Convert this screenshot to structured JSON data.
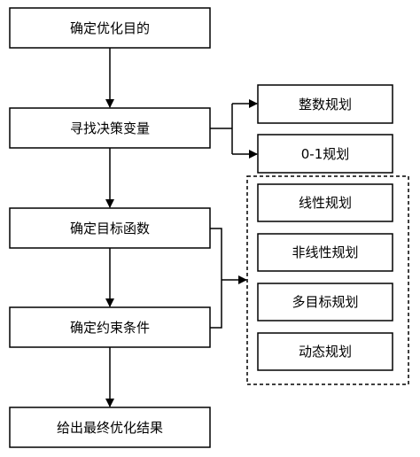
{
  "steps": {
    "define_goal": "确定优化目的",
    "find_variables": "寻找决策变量",
    "define_objective": "确定目标函数",
    "define_constraints": "确定约束条件",
    "output_result": "给出最终优化结果"
  },
  "variable_types": {
    "integer_programming": "整数规划",
    "zero_one_programming": "0-1规划"
  },
  "model_types": {
    "linear_programming": "线性规划",
    "nonlinear_programming": "非线性规划",
    "multi_objective_programming": "多目标规划",
    "dynamic_programming": "动态规划"
  },
  "colors": {
    "stroke": "#000000",
    "fill": "#ffffff",
    "text": "#000000"
  }
}
